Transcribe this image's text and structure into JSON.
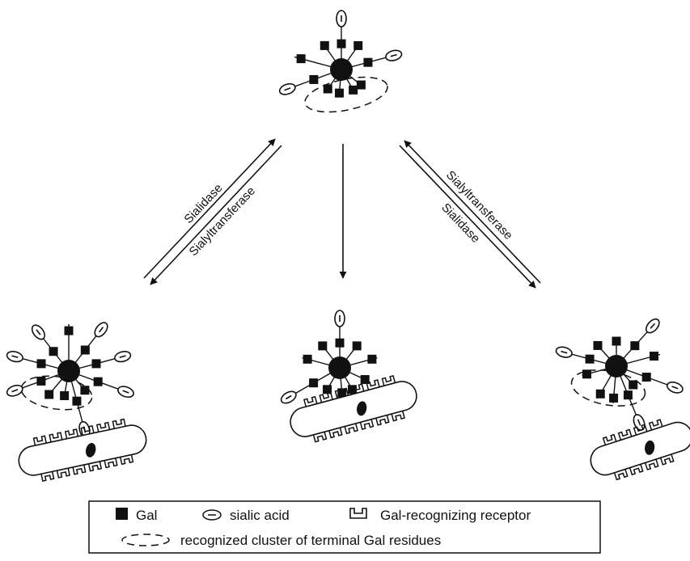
{
  "arrows": {
    "left_top": "Sialidase",
    "left_bottom": "Sialyltransferase",
    "right_top": "Sialyltransferase",
    "right_bottom": "Sialidase"
  },
  "legend": {
    "gal": "Gal",
    "sialic": "sialic acid",
    "receptor": "Gal-recognizing receptor",
    "cluster": "recognized cluster of terminal Gal residues"
  }
}
